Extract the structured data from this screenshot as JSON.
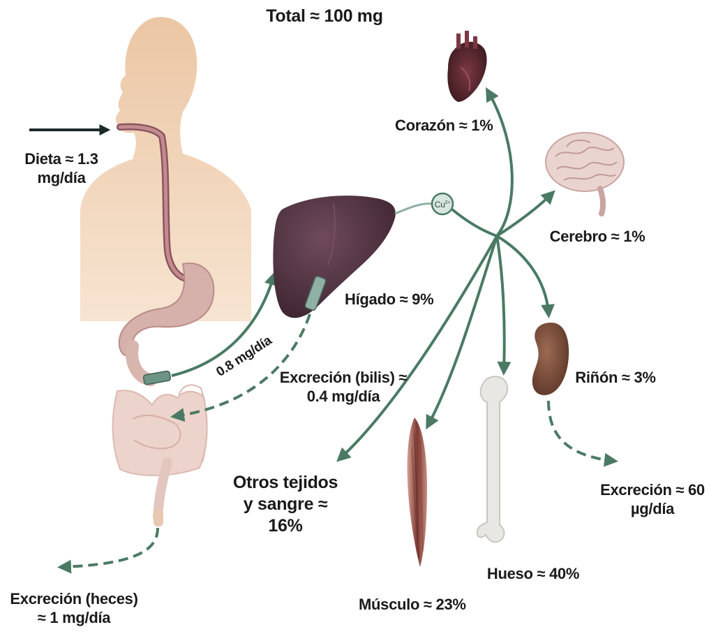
{
  "title": "Total ≈ 100 mg",
  "intake": {
    "line1": "Dieta ≈ 1.3",
    "line2": "mg/día"
  },
  "absorption": "0.8 mg/día",
  "bile_excretion": {
    "line1": "Excreción (bilis) ≈",
    "line2": "0.4 mg/día"
  },
  "fecal_excretion": {
    "line1": "Excreción (heces)",
    "line2": "≈ 1 mg/día"
  },
  "urinary_excretion": {
    "line1": "Excreción ≈ 60",
    "line2": "µg/día"
  },
  "copper_symbol": {
    "base": "Cu",
    "sup": "2+"
  },
  "organs": {
    "liver": "Hígado ≈ 9%",
    "heart": "Corazón ≈ 1%",
    "brain": "Cerebro ≈ 1%",
    "kidney": "Riñón ≈ 3%",
    "bone": "Hueso ≈ 40%",
    "muscle": "Músculo ≈ 23%",
    "other": {
      "line1": "Otros tejidos",
      "line2": "y sangre ≈",
      "line3": "16%"
    }
  },
  "colors": {
    "arrow": "#4a7a63",
    "skin": "#edc9a6",
    "liver": "#5a3a48",
    "heart": "#5e2a32",
    "brain": "#ead4d0",
    "kidney": "#7d4f3c",
    "muscle": "#8a4a40",
    "gut": "#e3c6be",
    "bone": "#e9e7e4",
    "text": "#1a1a1a"
  }
}
